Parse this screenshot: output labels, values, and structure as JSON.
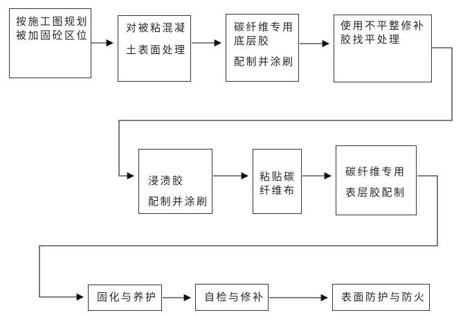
{
  "diagram": {
    "type": "flowchart",
    "nodes": [
      {
        "id": "plan-region",
        "lines": [
          "按施工图规划",
          "被加固砼区位"
        ]
      },
      {
        "id": "surface-treatment",
        "lines": [
          "对被粘混凝",
          "土表面处理"
        ]
      },
      {
        "id": "primer-coat",
        "lines": [
          "碳纤维专用",
          "底层胶",
          "配制并涂刷"
        ]
      },
      {
        "id": "leveling",
        "lines": [
          "使用不平整修补",
          "胶找平处理"
        ]
      },
      {
        "id": "impregnation-glue",
        "lines": [
          "浸渍胶",
          "配制并涂刷"
        ]
      },
      {
        "id": "paste-cfrp",
        "lines": [
          "粘贴碳",
          "纤维布"
        ]
      },
      {
        "id": "top-coat",
        "lines": [
          "碳纤维专用",
          "表层胶配制"
        ]
      },
      {
        "id": "curing",
        "lines": [
          "固化与养护"
        ]
      },
      {
        "id": "self-inspection",
        "lines": [
          "自检与修补"
        ]
      },
      {
        "id": "fire-protection",
        "lines": [
          "表面防护与防火"
        ]
      }
    ],
    "edges": [
      {
        "from": "plan-region",
        "to": "surface-treatment"
      },
      {
        "from": "surface-treatment",
        "to": "primer-coat"
      },
      {
        "from": "primer-coat",
        "to": "leveling"
      },
      {
        "from": "leveling",
        "to": "impregnation-glue"
      },
      {
        "from": "impregnation-glue",
        "to": "paste-cfrp"
      },
      {
        "from": "paste-cfrp",
        "to": "top-coat"
      },
      {
        "from": "top-coat",
        "to": "curing"
      },
      {
        "from": "curing",
        "to": "self-inspection"
      },
      {
        "from": "self-inspection",
        "to": "fire-protection"
      }
    ],
    "colors": {
      "line": "#333333",
      "arrowhead": "#111111",
      "text": "#262626",
      "background": "#ffffff"
    }
  }
}
